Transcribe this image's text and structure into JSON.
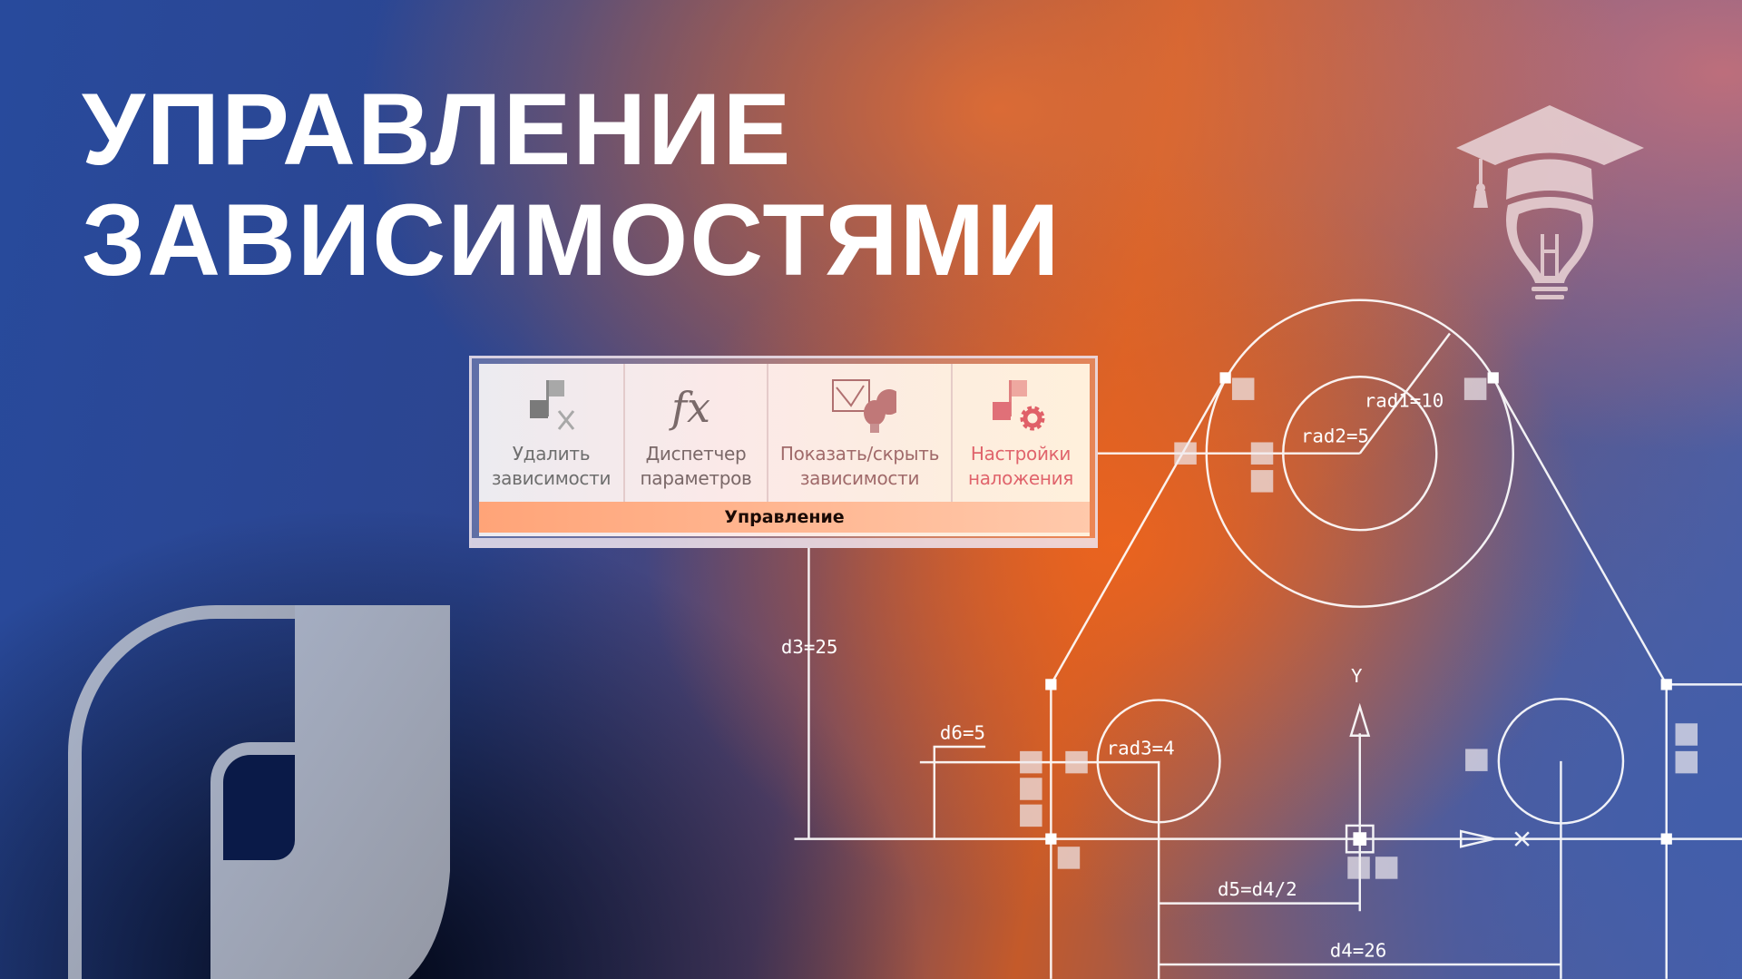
{
  "title": {
    "line1": "УПРАВЛЕНИЕ",
    "line2": "ЗАВИСИМОСТЯМИ"
  },
  "toolbar": {
    "buttons": [
      {
        "line1": "Удалить",
        "line2": "зависимости",
        "icon": "delete-constraints-icon",
        "color": "#6e6e6e"
      },
      {
        "line1": "Диспетчер",
        "line2": "параметров",
        "icon": "fx-icon",
        "color": "#7a6868"
      },
      {
        "line1": "Показать/скрыть",
        "line2": "зависимости",
        "icon": "show-hide-constraints-icon",
        "color": "#a06a6a"
      },
      {
        "line1": "Настройки",
        "line2": "наложения",
        "icon": "overlay-settings-icon",
        "color": "#e0646c"
      }
    ],
    "group_label": "Управление"
  },
  "drawing": {
    "rad1": "rad1=10",
    "rad2": "rad2=5",
    "rad3": "rad3=4",
    "d3": "d3=25",
    "d6": "d6=5",
    "d5": "d5=d4/2",
    "d4": "d4=26",
    "axis_y": "Y",
    "axis_x": "X"
  },
  "colors": {
    "accent_orange": "#e8621e",
    "blue": "#2a4a9a",
    "logo": "#a2abc0"
  }
}
